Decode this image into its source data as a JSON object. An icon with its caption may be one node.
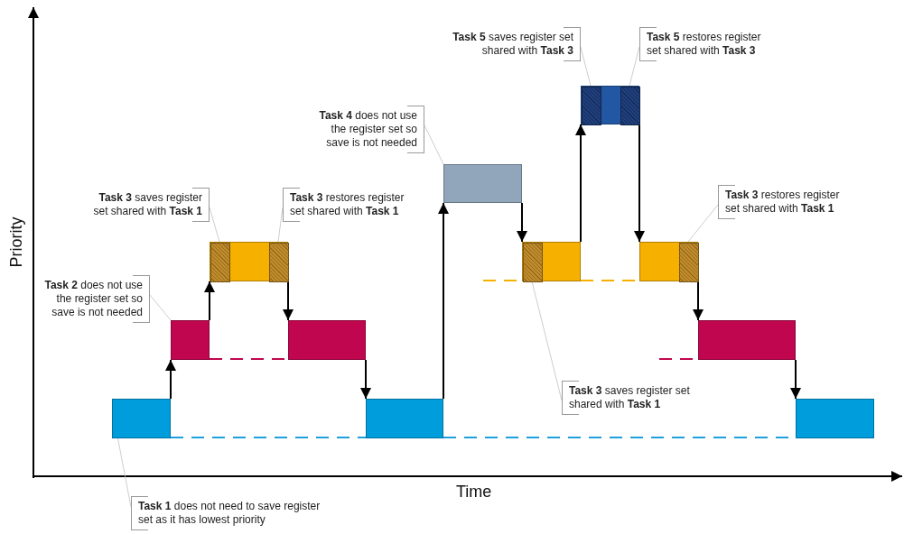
{
  "diagram": {
    "nodes": [
      {
        "text": [],
        "shape": "box"
      },
      {
        "text": [],
        "shape": "box"
      },
      {
        "text": [],
        "shape": "box"
      },
      {
        "text": [],
        "shape": "box",
        "in": 2
      },
      {
        "text": [],
        "shape": "box",
        "in": 2
      },
      {
        "text": [],
        "shape": "box"
      },
      {
        "text": [],
        "shape": "box"
      },
      {
        "text": [],
        "shape": "box"
      },
      {
        "text": [],
        "shape": "box"
      },
      {
        "text": [],
        "shape": "box",
        "in": 8
      },
      {
        "text": [],
        "shape": "box"
      },
      {
        "text": [],
        "shape": "box",
        "in": 10
      },
      {
        "text": [],
        "shape": "box",
        "in": 10
      },
      {
        "text": [],
        "shape": "box"
      },
      {
        "text": [],
        "shape": "box",
        "in": 13
      },
      {
        "text": [],
        "shape": "box"
      },
      {
        "text": [],
        "shape": "box"
      },
      {
        "text": [
          "**Task 3** saves register set shared with **Task 1**"
        ]
      },
      {
        "text": [
          "**Task 3** restores register set shared with **Task 1**"
        ]
      },
      {
        "text": [
          "**Task 2** does not use the register set so save is not needed"
        ]
      },
      {
        "text": [
          "**Task 4** does not use the register set so save is not needed"
        ]
      },
      {
        "text": [
          "**Task 5** saves register set shared with **Task 3**"
        ]
      },
      {
        "text": [
          "**Task 5** restores register set shared with **Task 3**"
        ]
      },
      {
        "text": [
          "**Task 3** restores register set shared with **Task 1**"
        ]
      },
      {
        "text": [
          "**Task 3** saves register set shared with **Task 1**"
        ]
      },
      {
        "text": [
          "**Task 1** does not need to save register set as it has lowest priority"
        ]
      }
    ],
    "edges": [
      {
        "from": 0,
        "to": 1,
        "arrow": "to"
      },
      {
        "from": 1,
        "to": 2,
        "arrow": "to"
      },
      {
        "from": 2,
        "to": 5,
        "arrow": "to"
      },
      {
        "from": 5,
        "to": 6,
        "arrow": "to"
      },
      {
        "from": 6,
        "to": 7,
        "arrow": "to"
      },
      {
        "from": 7,
        "to": 8,
        "arrow": "to"
      },
      {
        "from": 8,
        "to": 10,
        "arrow": "to"
      },
      {
        "from": 10,
        "to": 13,
        "arrow": "to"
      },
      {
        "from": 13,
        "to": 15,
        "arrow": "to"
      },
      {
        "from": 15,
        "to": 16,
        "arrow": "to"
      },
      {
        "from": 0,
        "to": 6,
        "arrow": "none",
        "style": "dashed",
        "color": "#1ea0dc"
      },
      {
        "from": 6,
        "to": 16,
        "arrow": "none",
        "style": "dashed",
        "color": "#1ea0dc"
      },
      {
        "from": 1,
        "to": 5,
        "arrow": "none",
        "style": "dashed",
        "color": "#c0064e"
      },
      {
        "from": null,
        "to": 15,
        "arrow": "none",
        "style": "dashed",
        "color": "#c0064e"
      },
      {
        "from": null,
        "to": 8,
        "arrow": "none",
        "style": "dashed",
        "color": "#f5b000"
      },
      {
        "from": 8,
        "to": 13,
        "arrow": "none",
        "style": "dashed",
        "color": "#f5b000"
      },
      {
        "from": 17,
        "to": 3,
        "arrow": "none",
        "color": "#c0c0c0"
      },
      {
        "from": 18,
        "to": 4,
        "arrow": "none",
        "color": "#c0c0c0"
      },
      {
        "from": 19,
        "to": 1,
        "arrow": "none",
        "color": "#c0c0c0"
      },
      {
        "from": 20,
        "to": 7,
        "arrow": "none",
        "color": "#c0c0c0"
      },
      {
        "from": 21,
        "to": 11,
        "arrow": "none",
        "color": "#c0c0c0"
      },
      {
        "from": 22,
        "to": 12,
        "arrow": "none",
        "color": "#c0c0c0"
      },
      {
        "from": 23,
        "to": 14,
        "arrow": "none",
        "color": "#c0c0c0"
      },
      {
        "from": 24,
        "to": 9,
        "arrow": "none",
        "color": "#c0c0c0"
      },
      {
        "from": 25,
        "to": 0,
        "arrow": "none",
        "color": "#c0c0c0"
      }
    ],
    "labels": [
      "Priority",
      "Time"
    ]
  }
}
